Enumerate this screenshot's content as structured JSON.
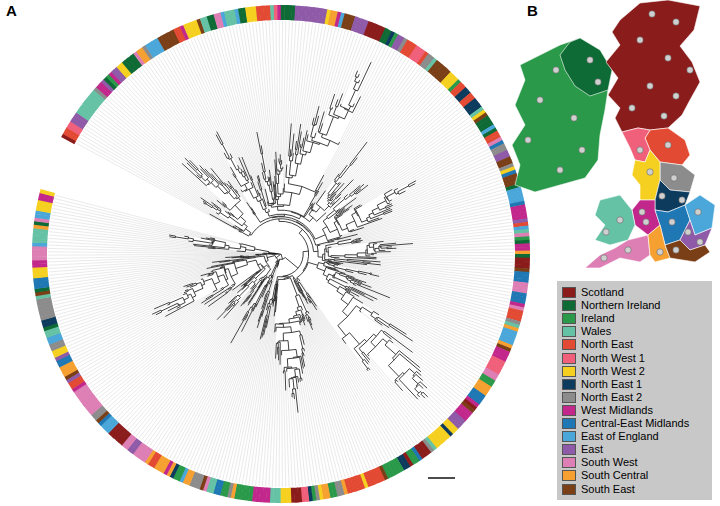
{
  "diagram": {
    "labels": [
      "A",
      "B"
    ],
    "legend": [
      {
        "text": "Scotland",
        "color": "#8b1c1c"
      },
      {
        "text": "Northern Ireland",
        "color": "#0f6b35"
      },
      {
        "text": "Ireland",
        "color": "#2a9a4a"
      },
      {
        "text": "Wales",
        "color": "#66c2a5"
      },
      {
        "text": "North East",
        "color": "#e34a33"
      },
      {
        "text": "North West 1",
        "color": "#f0607a"
      },
      {
        "text": "North West 2",
        "color": "#f5d020"
      },
      {
        "text": "North East 1",
        "color": "#0d3b5e"
      },
      {
        "text": "North East 2",
        "color": "#8c8c8c"
      },
      {
        "text": "West Midlands",
        "color": "#c2288c"
      },
      {
        "text": "Central-East Midlands",
        "color": "#1f78b4"
      },
      {
        "text": "East of England",
        "color": "#4ba7d9"
      },
      {
        "text": "East",
        "color": "#8f5ba8"
      },
      {
        "text": "South West",
        "color": "#dd7fb5"
      },
      {
        "text": "South Central",
        "color": "#f5a030"
      },
      {
        "text": "South East",
        "color": "#7b3f17"
      }
    ]
  }
}
